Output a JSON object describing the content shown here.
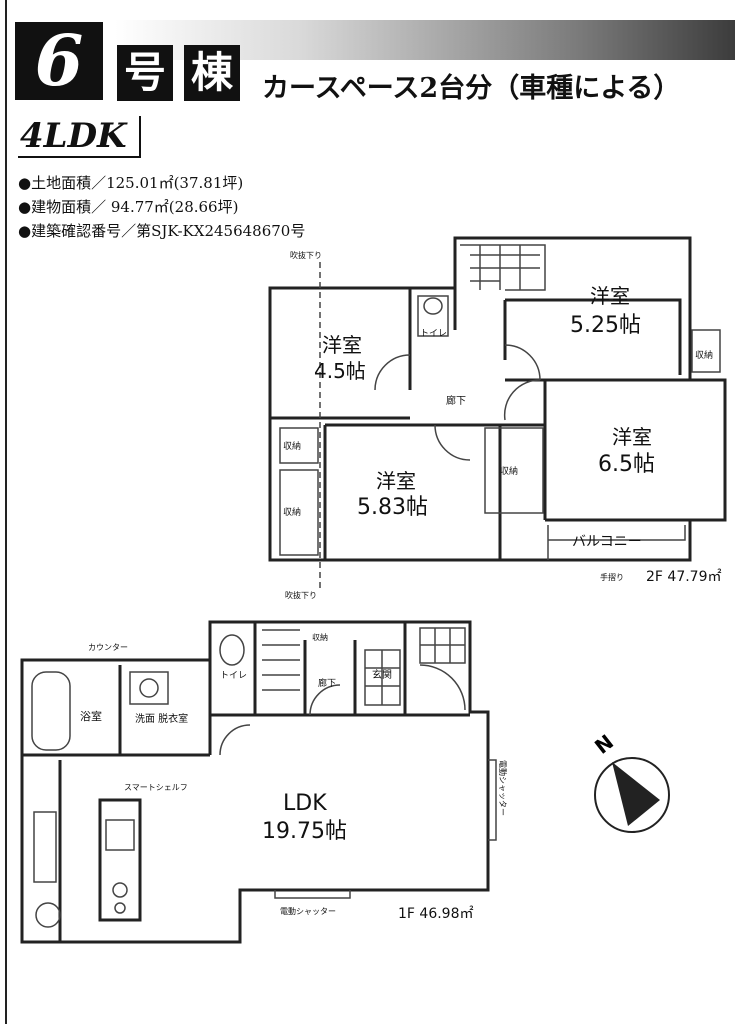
{
  "header": {
    "building_number": "6",
    "label_go": "号",
    "label_tou": "棟",
    "parking_note": "カースペース2台分（車種による）",
    "layout_type": "4LDK"
  },
  "specs": [
    "●土地面積／125.01㎡(37.81坪)",
    "●建物面積／ 94.77㎡(28.66坪)",
    "●建築確認番号／第SJK-KX245648670号"
  ],
  "floor2": {
    "area_label": "2F 47.79㎡",
    "rooms": {
      "western_a_name": "洋室",
      "western_a_size": "4.5帖",
      "western_b_name": "洋室",
      "western_b_size": "5.25帖",
      "western_c_name": "洋室",
      "western_c_size": "5.83帖",
      "western_d_name": "洋室",
      "western_d_size": "6.5帖",
      "hall": "廊下",
      "toilet": "トイレ",
      "storage_1": "収納",
      "storage_2": "収納",
      "storage_3": "収納",
      "storage_4": "収納",
      "balcony": "バルコニー",
      "loft_note_top": "吹抜下り",
      "loft_note_bottom": "吹抜下り",
      "handrail": "手摺り"
    }
  },
  "floor1": {
    "area_label": "1F 46.98㎡",
    "rooms": {
      "ldk_name": "LDK",
      "ldk_size": "19.75帖",
      "bath": "浴室",
      "washroom": "洗面\n脱衣室",
      "toilet": "トイレ",
      "hall": "廊下",
      "entrance": "玄関",
      "counter": "カウンター",
      "smart_shelf": "スマートシェルフ",
      "shutter_1": "電動シャッター",
      "shutter_2": "電動シャッター",
      "storage": "収納"
    }
  },
  "compass": {
    "north_label": "N"
  }
}
